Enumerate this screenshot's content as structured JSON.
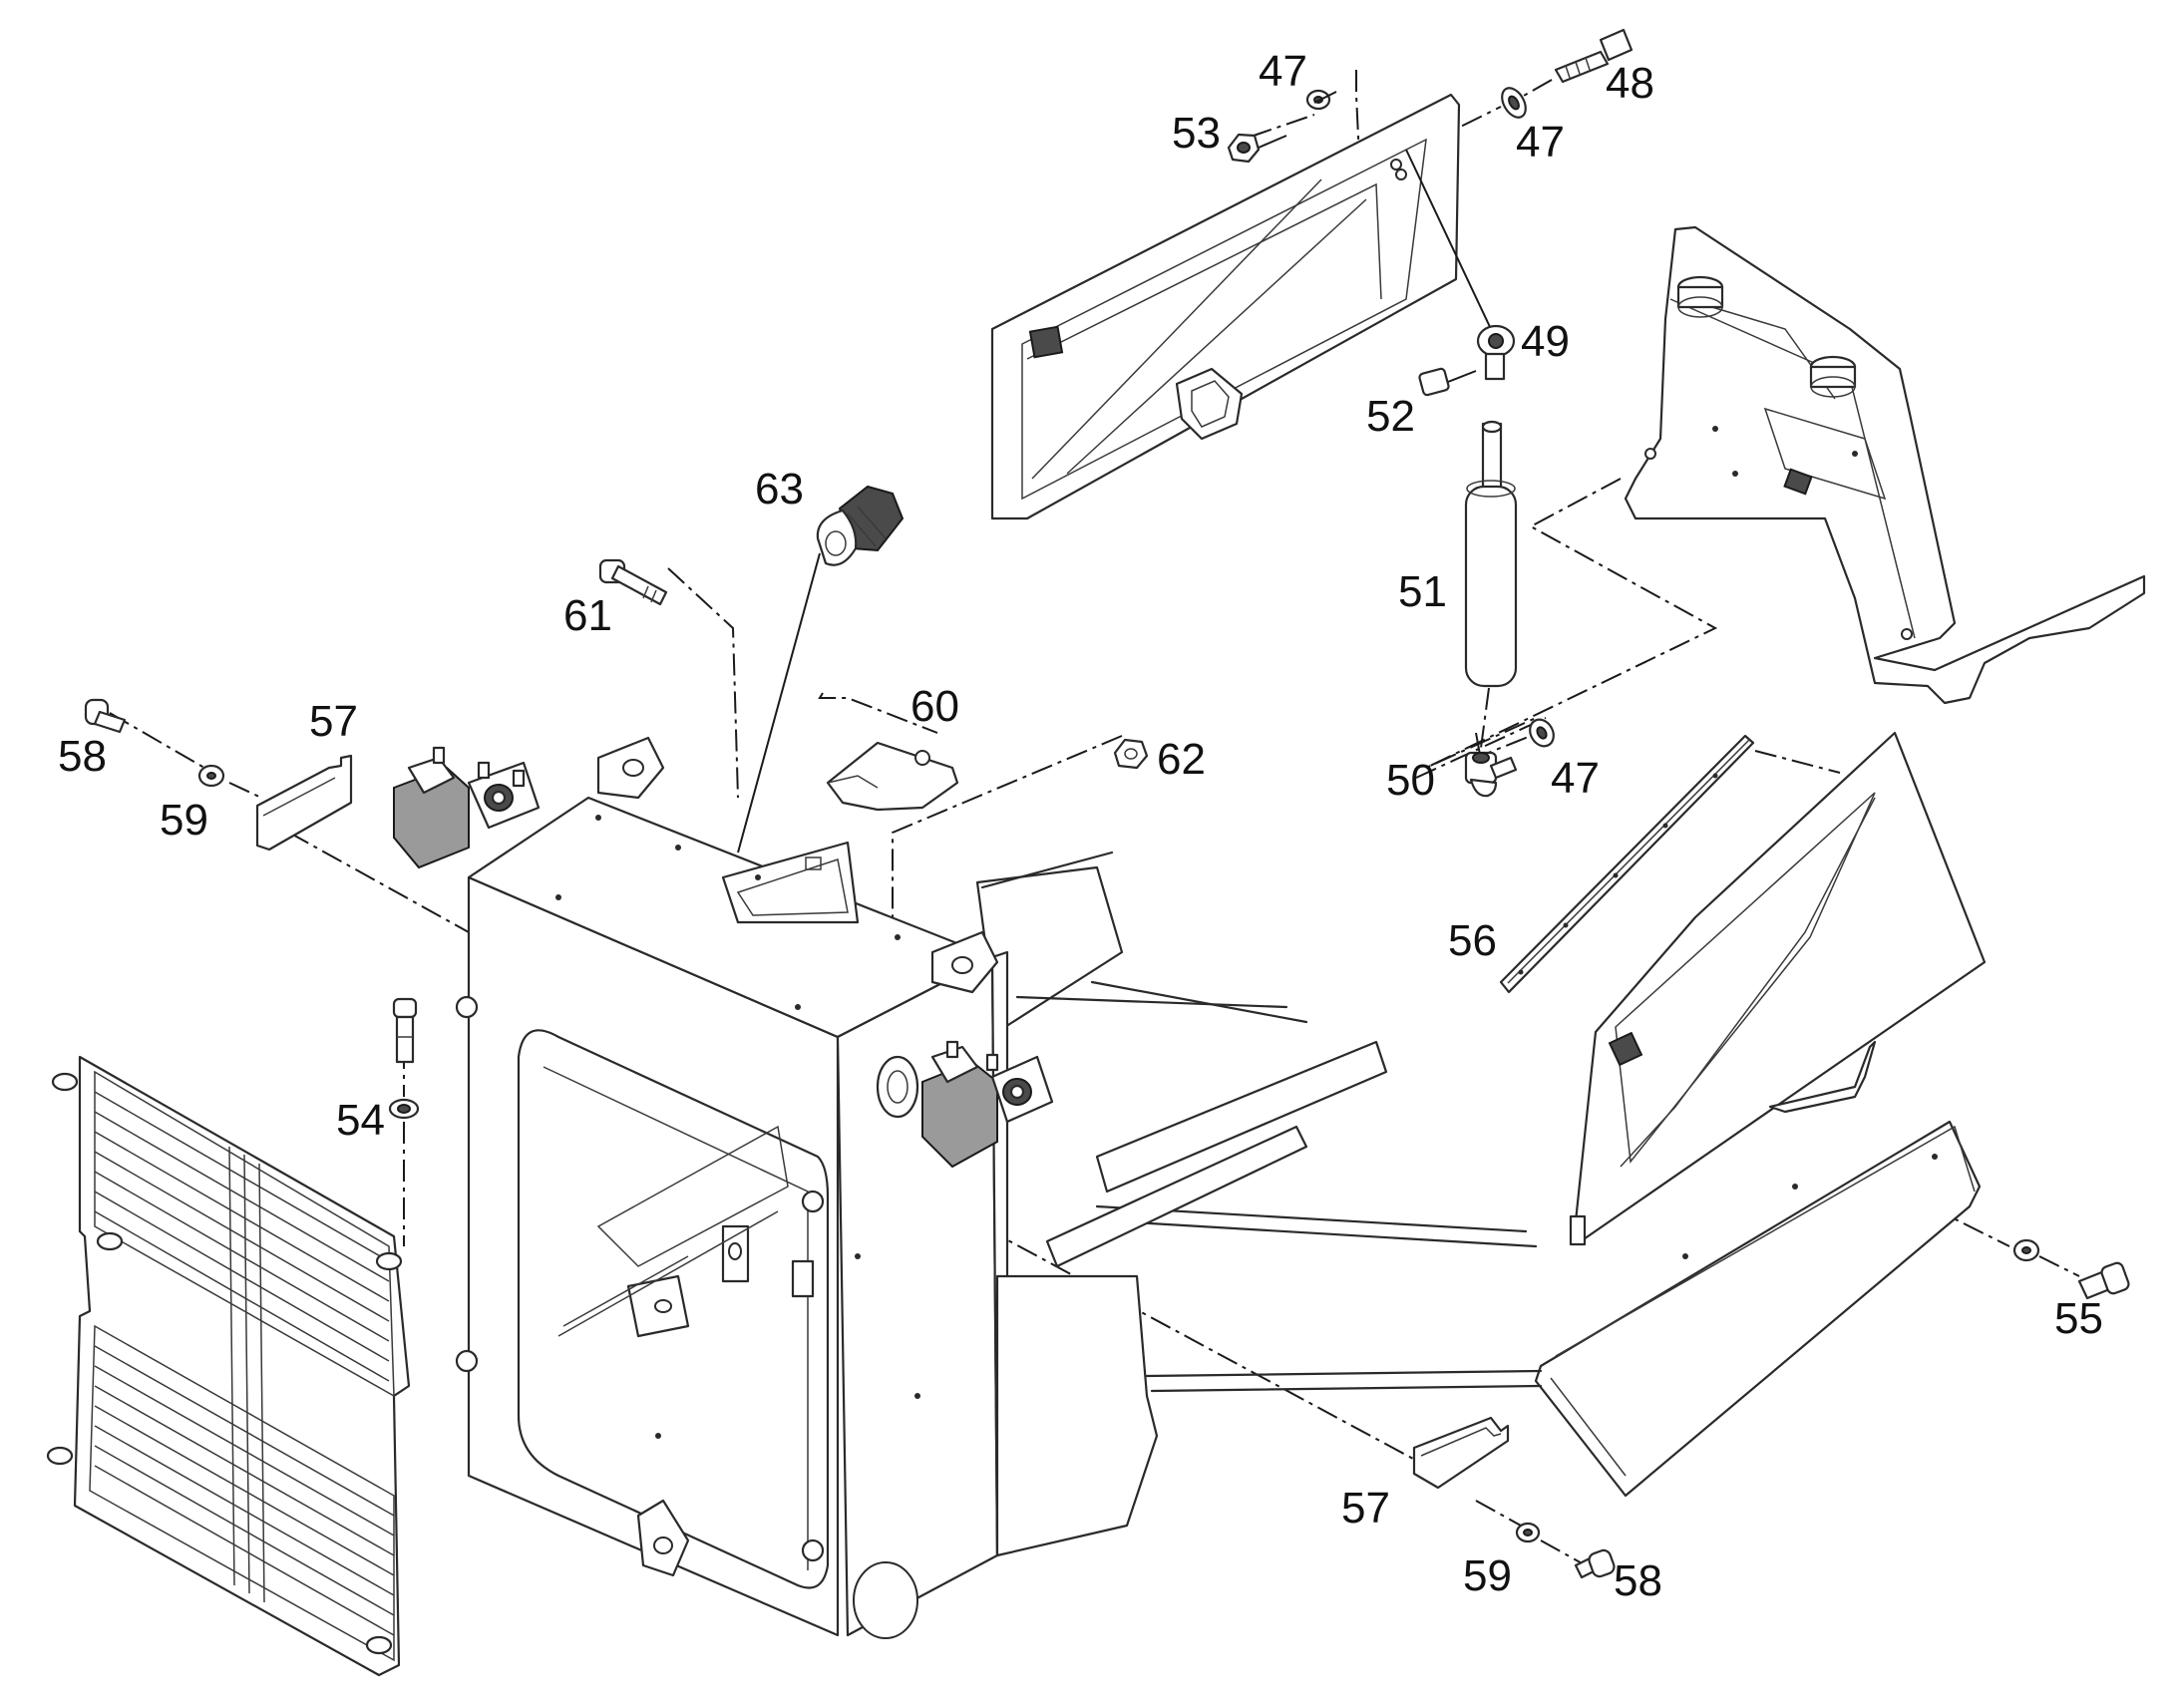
{
  "callouts": [
    {
      "id": "c47a",
      "text": "47"
    },
    {
      "id": "c53",
      "text": "53"
    },
    {
      "id": "c48",
      "text": "48"
    },
    {
      "id": "c47b",
      "text": "47"
    },
    {
      "id": "c49",
      "text": "49"
    },
    {
      "id": "c52",
      "text": "52"
    },
    {
      "id": "c63",
      "text": "63"
    },
    {
      "id": "c61",
      "text": "61"
    },
    {
      "id": "c51",
      "text": "51"
    },
    {
      "id": "c60",
      "text": "60"
    },
    {
      "id": "c62",
      "text": "62"
    },
    {
      "id": "c50",
      "text": "50"
    },
    {
      "id": "c47c",
      "text": "47"
    },
    {
      "id": "c57a",
      "text": "57"
    },
    {
      "id": "c58a",
      "text": "58"
    },
    {
      "id": "c59a",
      "text": "59"
    },
    {
      "id": "c56",
      "text": "56"
    },
    {
      "id": "c54",
      "text": "54"
    },
    {
      "id": "c55",
      "text": "55"
    },
    {
      "id": "c57b",
      "text": "57"
    },
    {
      "id": "c59b",
      "text": "59"
    },
    {
      "id": "c58b",
      "text": "58"
    }
  ]
}
